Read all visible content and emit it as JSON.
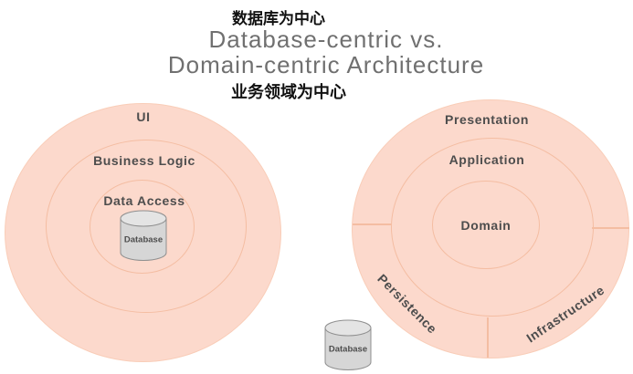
{
  "header": {
    "caption_top": "数据库为中心",
    "title_line1": "Database-centric vs.",
    "title_line2": "Domain-centric Architecture",
    "caption_bottom": "业务领域为中心"
  },
  "left_diagram": {
    "name": "database-centric",
    "rings": [
      "UI",
      "Business Logic",
      "Data Access"
    ],
    "center_database_label": "Database"
  },
  "right_diagram": {
    "name": "domain-centric",
    "rings": [
      "Presentation",
      "Application",
      "Domain"
    ],
    "sectors": [
      "Persistence",
      "Infrastructure"
    ],
    "external_database_label": "Database"
  },
  "colors": {
    "circle_fill": "#fcd9cc",
    "circle_line": "#f4bda2",
    "label_text": "#4d4d4d",
    "title_text": "#707070",
    "caption_text": "#111111",
    "cylinder_body": "#d6d6d6",
    "cylinder_top": "#e4e4e4",
    "cylinder_stroke": "#8f8f8f"
  }
}
